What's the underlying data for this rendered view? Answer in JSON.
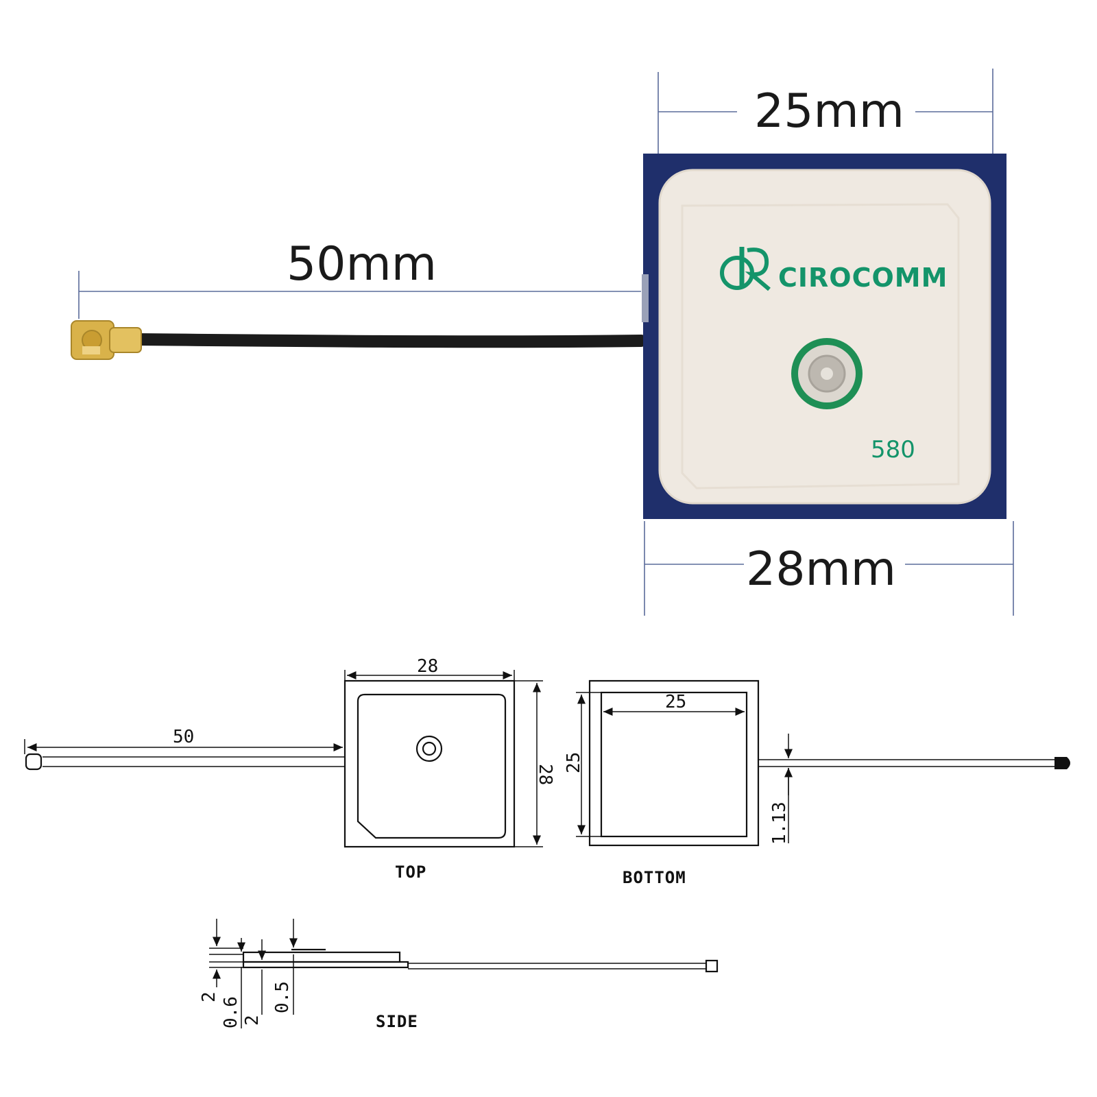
{
  "photo": {
    "width_dim": "25mm",
    "base_dim": "28mm",
    "cable_dim": "50mm",
    "brand_logo": "CIROCOMM",
    "model_number": "580",
    "colors": {
      "substrate": "#1f2f6b",
      "ceramic": "#efe9e1",
      "brand": "#14946a",
      "cable": "#1b1b1b",
      "connector": "#d9b24a"
    }
  },
  "drawings": {
    "top": {
      "label": "TOP",
      "width": "28",
      "height": "28",
      "cable": "50"
    },
    "bottom": {
      "label": "BOTTOM",
      "width": "25",
      "height": "25",
      "cable_dia": "1.13"
    },
    "side": {
      "label": "SIDE",
      "dims": [
        "2",
        "0.6",
        "2",
        "0.5"
      ]
    }
  }
}
